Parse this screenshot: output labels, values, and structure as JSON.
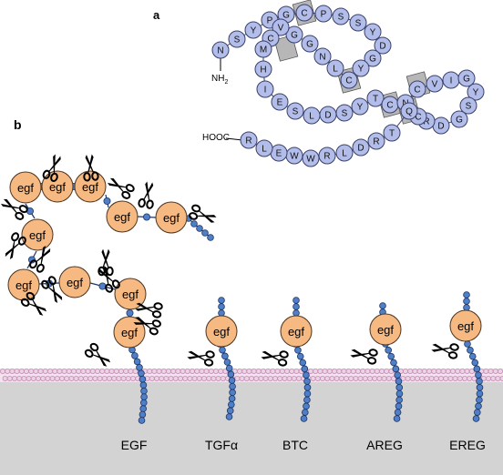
{
  "panels": {
    "a": "a",
    "b": "b"
  },
  "peptide": {
    "n_terminus": "NH",
    "n_terminus_sub": "2",
    "c_terminus": "HOOC",
    "residues": [
      "N",
      "S",
      "Y",
      "P",
      "G",
      "C",
      "P",
      "S",
      "S",
      "Y",
      "D",
      "G",
      "Y",
      "C",
      "L",
      "N",
      "G",
      "G",
      "V",
      "C",
      "M",
      "H",
      "I",
      "E",
      "S",
      "L",
      "D",
      "S",
      "Y",
      "T",
      "C",
      "N",
      "C",
      "V",
      "I",
      "G",
      "Y",
      "S",
      "G",
      "D",
      "R",
      "C",
      "Q",
      "T",
      "R",
      "D",
      "L",
      "R",
      "W",
      "W",
      "E",
      "L",
      "R"
    ],
    "cysteine_bond_highlight": "gray boxes"
  },
  "ligand_label": "egf",
  "receptors": [
    {
      "name": "EGF"
    },
    {
      "name": "TGFα"
    },
    {
      "name": "BTC"
    },
    {
      "name": "AREG"
    },
    {
      "name": "EREG"
    }
  ],
  "colors": {
    "residue_fill": "#b3bdea",
    "residue_stroke": "#39406a",
    "egf_fill": "#f7b982",
    "egf_stroke": "#4a3320",
    "bead_fill": "#4f7fc6",
    "bead_stroke": "#1d3566",
    "membrane": "#c88bb8",
    "cytoplasm": "#d3d3d3",
    "scissors": "#000000",
    "box_fill": "#b7b7b7"
  }
}
